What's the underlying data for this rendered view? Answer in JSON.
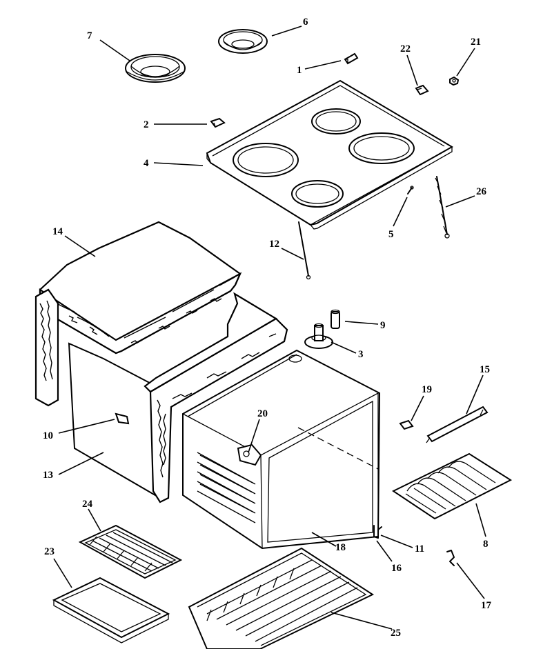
{
  "diagram": {
    "colors": {
      "line": "#000000",
      "background": "#ffffff"
    },
    "parts": [
      {
        "id": "p1",
        "number": "1"
      },
      {
        "id": "p2",
        "number": "2"
      },
      {
        "id": "p3",
        "number": "3"
      },
      {
        "id": "p4",
        "number": "4"
      },
      {
        "id": "p5",
        "number": "5"
      },
      {
        "id": "p6",
        "number": "6"
      },
      {
        "id": "p7",
        "number": "7"
      },
      {
        "id": "p8",
        "number": "8"
      },
      {
        "id": "p9",
        "number": "9"
      },
      {
        "id": "p10",
        "number": "10"
      },
      {
        "id": "p11",
        "number": "11"
      },
      {
        "id": "p12",
        "number": "12"
      },
      {
        "id": "p13",
        "number": "13"
      },
      {
        "id": "p14",
        "number": "14"
      },
      {
        "id": "p15",
        "number": "15"
      },
      {
        "id": "p16",
        "number": "16"
      },
      {
        "id": "p17",
        "number": "17"
      },
      {
        "id": "p18",
        "number": "18"
      },
      {
        "id": "p19",
        "number": "19"
      },
      {
        "id": "p20",
        "number": "20"
      },
      {
        "id": "p21",
        "number": "21"
      },
      {
        "id": "p22",
        "number": "22"
      },
      {
        "id": "p23",
        "number": "23"
      },
      {
        "id": "p24",
        "number": "24"
      },
      {
        "id": "p25",
        "number": "25"
      },
      {
        "id": "p26",
        "number": "26"
      }
    ]
  }
}
